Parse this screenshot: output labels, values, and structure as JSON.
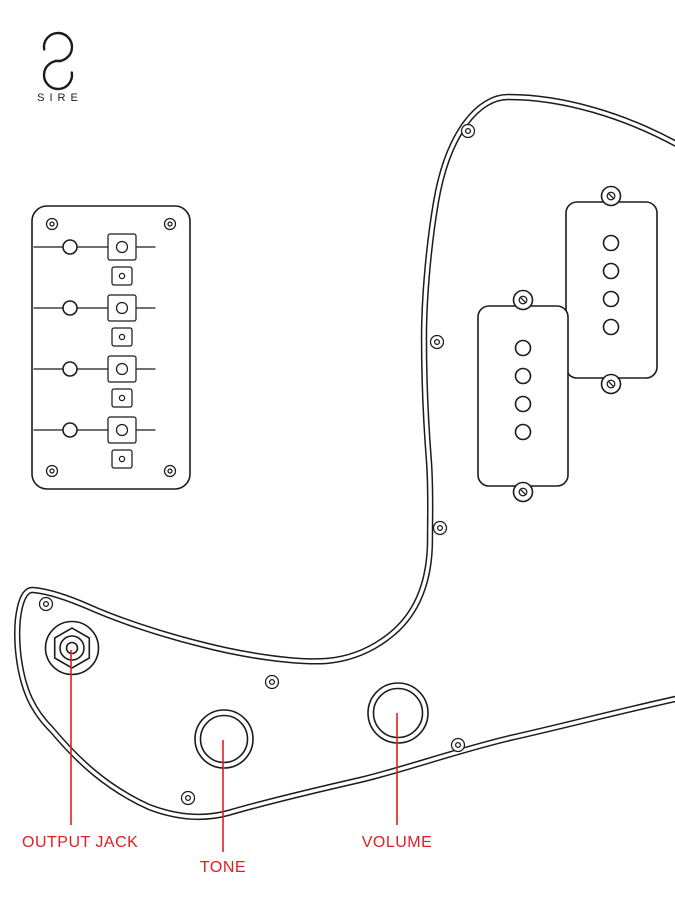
{
  "brand": {
    "name": "SIRE"
  },
  "colors": {
    "background": "#ffffff",
    "line": "#1b1b1b",
    "annotation": "#e21d22"
  },
  "annotations": [
    {
      "target": "output-jack",
      "label": "OUTPUT JACK"
    },
    {
      "target": "tone-knob",
      "label": "TONE"
    },
    {
      "target": "volume-knob",
      "label": "VOLUME"
    }
  ]
}
